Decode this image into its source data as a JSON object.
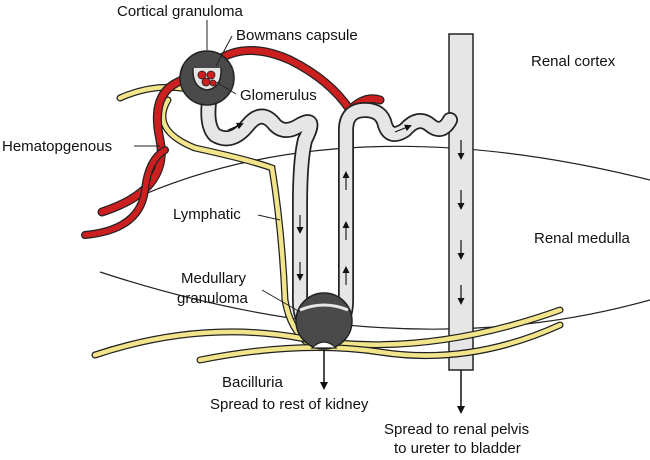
{
  "labels": {
    "cortical_granuloma": "Cortical granuloma",
    "bowmans_capsule": "Bowmans capsule",
    "glomerulus": "Glomerulus",
    "renal_cortex": "Renal cortex",
    "hematogenous": "Hematopgenous",
    "lymphatic": "Lymphatic",
    "renal_medulla": "Renal medulla",
    "medullary_granuloma_line1": "Medullary",
    "medullary_granuloma_line2": "granuloma",
    "bacilluria": "Bacilluria",
    "spread_kidney": "Spread to rest of kidney",
    "spread_pelvis_line1": "Spread to renal pelvis",
    "spread_pelvis_line2": "to ureter to bladder"
  },
  "colors": {
    "blood_vessel": "#cc1f1f",
    "lymphatic_vessel": "#f2e48a",
    "tubule_fill": "#e6e6e6",
    "granuloma_fill": "#4a4a4a",
    "outline": "#222222"
  }
}
